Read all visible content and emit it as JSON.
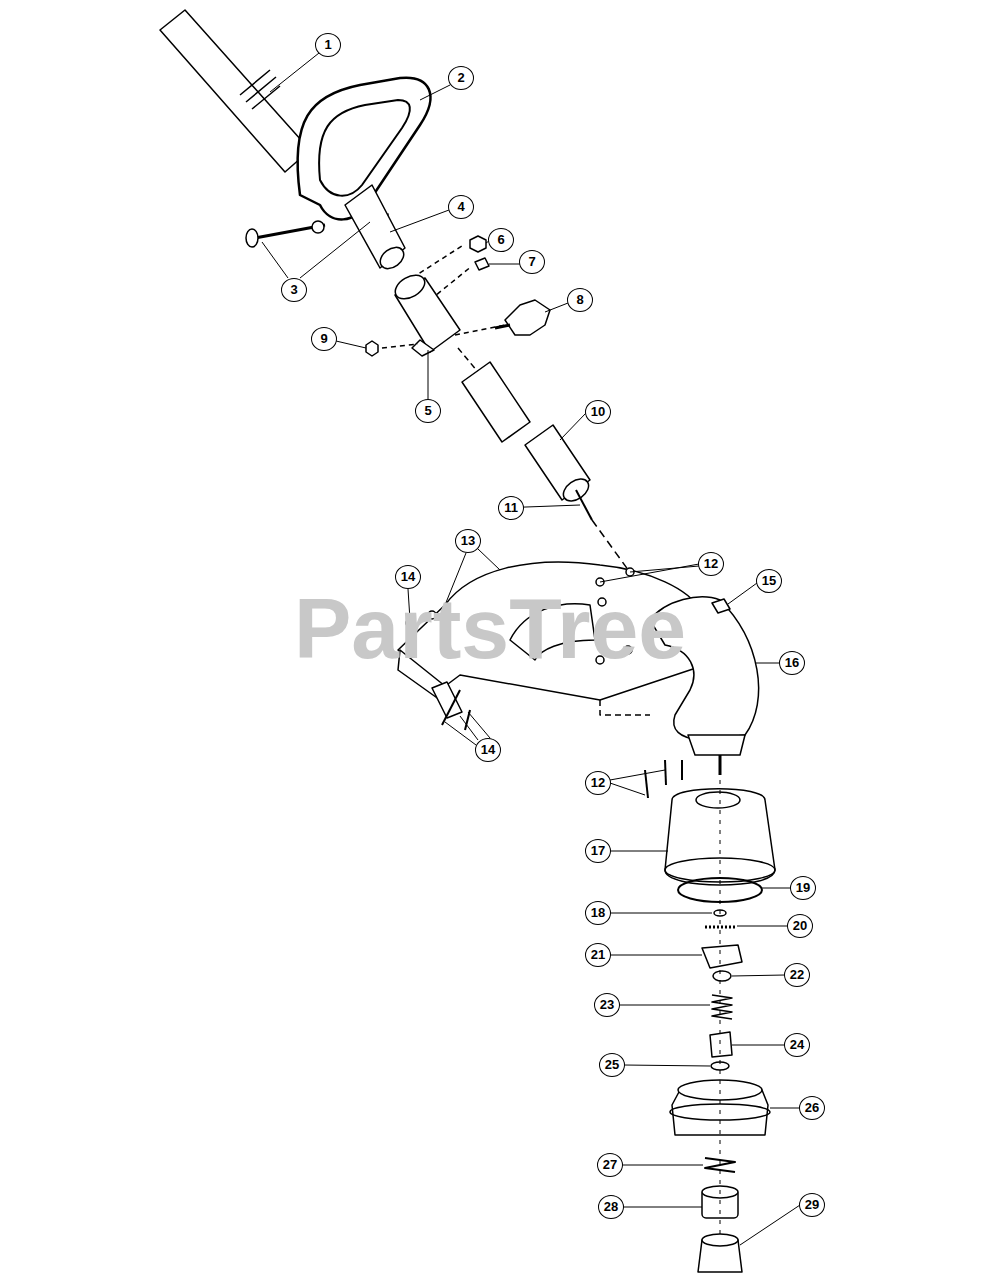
{
  "diagram": {
    "labels": [
      "1",
      "2",
      "3",
      "4",
      "6",
      "7",
      "8",
      "9",
      "5",
      "10",
      "11",
      "13",
      "12",
      "14",
      "15",
      "16",
      "PartsTree",
      "14",
      "12",
      "17",
      "19",
      "18",
      "20",
      "21",
      "22",
      "23",
      "24",
      "25",
      "26",
      "27",
      "28",
      "29"
    ]
  }
}
